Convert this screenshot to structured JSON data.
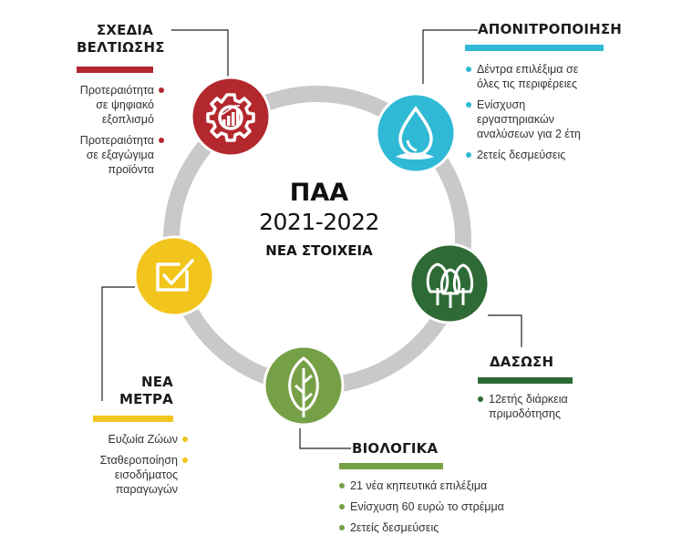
{
  "center": {
    "title": "ΠΑΑ",
    "years": "2021-2022",
    "subtitle": "ΝΕΑ ΣΤΟΙΧΕΙΑ"
  },
  "colors": {
    "ring": "#c9c9c9",
    "red": "#b3282d",
    "cyan": "#2fb9d5",
    "green": "#2e6a35",
    "olive": "#76a046",
    "yellow": "#f2c51c"
  },
  "sections": {
    "improvement": {
      "title_line1": "ΣΧΕΔΙΑ",
      "title_line2": "ΒΕΛΤΙΩΣΗΣ",
      "icon": "gear-chart-icon",
      "items": [
        {
          "line1": "Προτεραιότητα",
          "line2": "σε ψηφιακό",
          "line3": "εξοπλισμό"
        },
        {
          "line1": "Προτεραιότητα",
          "line2": "σε εξαγώγιμα",
          "line3": "προϊόντα"
        }
      ]
    },
    "denitrification": {
      "title": "ΑΠΟΝΙΤΡΟΠΟΙΗΣΗ",
      "icon": "water-drop-icon",
      "items": [
        {
          "line1": "Δέντρα επιλέξιμα σε",
          "line2": "όλες τις περιφέρειες"
        },
        {
          "line1": "Ενίσχυση",
          "line2": "εργαστηριακών",
          "line3": "αναλύσεων για 2 έτη"
        },
        {
          "line1": "2ετείς δεσμεύσεις"
        }
      ]
    },
    "forestry": {
      "title": "ΔΑΣΩΣΗ",
      "icon": "trees-icon",
      "items": [
        {
          "line1": "12ετής διάρκεια",
          "line2": "πριμοδότησης"
        }
      ]
    },
    "organic": {
      "title": "ΒΙΟΛΟΓΙΚΑ",
      "icon": "leaf-icon",
      "items": [
        {
          "line1": "21 νέα κηπευτικά επιλέξιμα"
        },
        {
          "line1": "Ενίσχυση 60 ευρώ το στρέμμα"
        },
        {
          "line1": "2ετείς δεσμεύσεις"
        }
      ]
    },
    "new_measures": {
      "title_line1": "ΝΕΑ",
      "title_line2": "ΜΕΤΡΑ",
      "icon": "checkbox-icon",
      "items": [
        {
          "line1": "Ευζωία Ζώων"
        },
        {
          "line1": "Σταθεροποίηση",
          "line2": "εισοδήματος",
          "line3": "παραγωγών"
        }
      ]
    }
  }
}
